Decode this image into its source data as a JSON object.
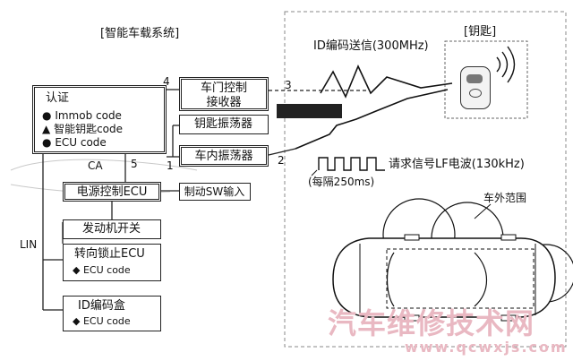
{
  "titles": {
    "system": "[智能车载系统]",
    "key": "[钥匙]"
  },
  "auth": {
    "heading": "认证",
    "items": [
      {
        "bullet": "●",
        "label": "Immob code"
      },
      {
        "bullet": "▲",
        "label": "智能钥匙code"
      },
      {
        "bullet": "●",
        "label": "ECU code"
      }
    ]
  },
  "boxes": {
    "door_receiver": "车门控制\n接收器",
    "key_oscillator": "钥匙振荡器",
    "cabin_oscillator": "车内振荡器",
    "power_ecu": "电源控制ECU",
    "brake_sw": "制动SW输入",
    "engine_switch": "发动机开关",
    "steering_lock": {
      "title": "转向锁止ECU",
      "bullet": "◆",
      "code": "ECU code"
    },
    "id_box": {
      "title": "ID编码盒",
      "bullet": "◆",
      "code": "ECU code"
    }
  },
  "labels": {
    "ca": "CA",
    "lin": "LIN",
    "n1": "1",
    "n2": "2",
    "n3": "3",
    "n4": "4",
    "n5": "5",
    "id_signal": "ID编码送信(300MHz)",
    "request_signal": "请求信号LF电波(130kHz)",
    "interval": "(每隔250ms)",
    "outside_range": "车外范围"
  },
  "watermark": {
    "main": "汽车维修技术网",
    "url": "www.qcwxjs.com"
  }
}
